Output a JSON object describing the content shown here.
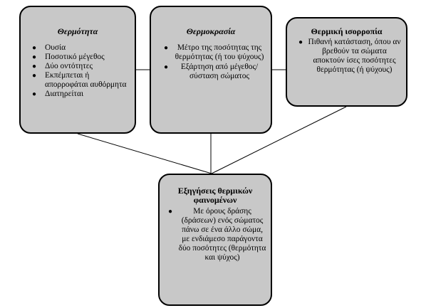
{
  "diagram": {
    "boxes": {
      "heat": {
        "title": "Θερμότητα",
        "items": [
          "Ουσία",
          "Ποσοτικό μέγεθος",
          "Δύο οντότητες",
          "Εκπέμπεται ή απορροφάται αυθόρμητα",
          "Διατηρείται"
        ]
      },
      "temperature": {
        "title": "Θερμοκρασία",
        "items": [
          "Μέτρο της ποσότητας της θερμότητας (ή του ψύχους)",
          "Εξάρτηση από μέγεθος/σύσταση σώματος"
        ]
      },
      "equilibrium": {
        "title": "Θερμική ισορροπία",
        "items": [
          "Πιθανή κατάσταση, όπου αν βρεθούν τα σώματα αποκτούν ίσες ποσότητες θερμότητας (ή ψύχους)"
        ]
      },
      "explanations": {
        "title": "Εξηγήσεις θερμικών φαινομένων",
        "items": [
          "Με όρους δράσης (δράσεων) ενός σώματος πάνω σε ένα άλλο σώμα, με ενδιάμεσο παράγοντα δύο ποσότητες (θερμότητα και ψύχος)"
        ]
      }
    },
    "bullet_glyph": "●",
    "colors": {
      "box_fill": "#c8c8c8",
      "box_border": "#000000",
      "connector": "#000000"
    }
  }
}
